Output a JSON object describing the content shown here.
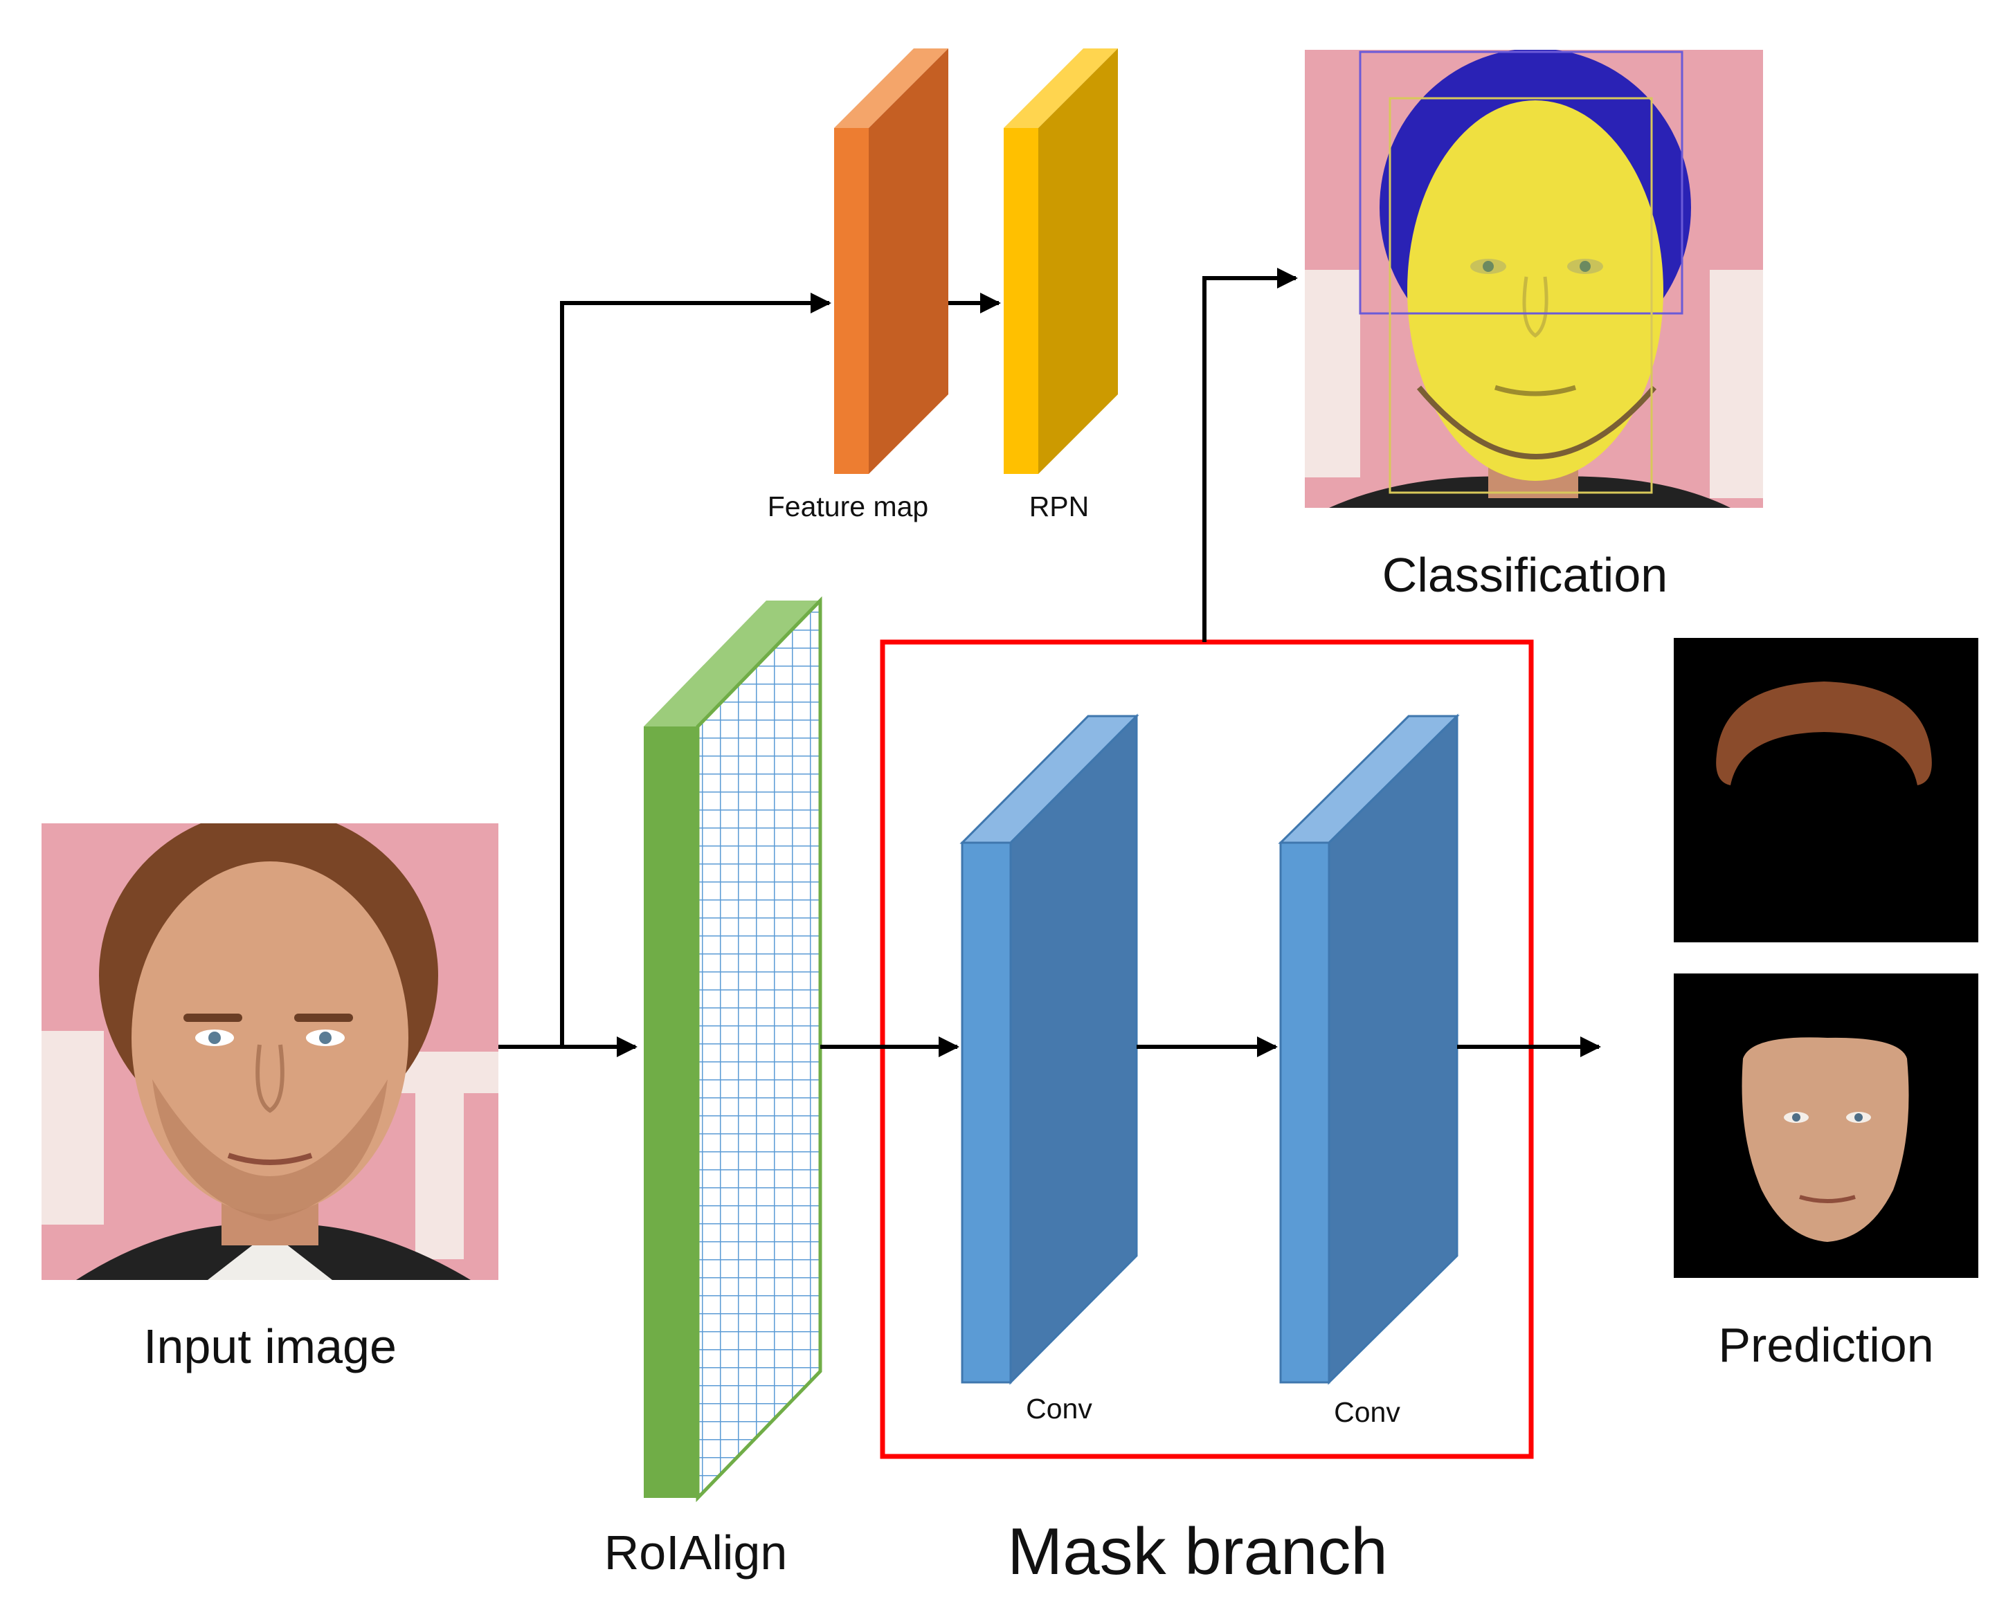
{
  "labels": {
    "input_image": "Input image",
    "feature_map": "Feature map",
    "rpn": "RPN",
    "classification": "Classification",
    "roialign": "RoIAlign",
    "mask_branch": "Mask branch",
    "conv_1": "Conv",
    "conv_2": "Conv",
    "prediction": "Prediction"
  },
  "colors": {
    "feature_map": "#ED7D31",
    "rpn": "#FFC000",
    "roialign": "#70AD47",
    "grid": "#5B9BD5",
    "conv": "#5B9BD5",
    "mask_branch_border": "#FF0000",
    "photo_background": "#E8A3AD",
    "hair_mask": "#2A22B5",
    "face_mask": "#F2E23A"
  },
  "icons": {
    "input_image": "face-photo",
    "classification_image": "segmented-face-photo",
    "prediction_hair": "hair-mask-output",
    "prediction_face": "face-mask-output"
  }
}
